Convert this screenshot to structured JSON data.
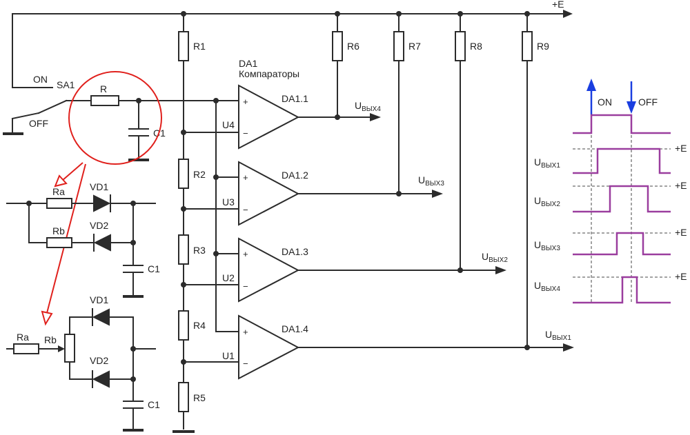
{
  "labels": {
    "supply": "+E",
    "switch": "SA1",
    "switch_on": "ON",
    "switch_off": "OFF",
    "r": "R",
    "c1": "C1",
    "r1": "R1",
    "r2": "R2",
    "r3": "R3",
    "r4": "R4",
    "r5": "R5",
    "r6": "R6",
    "r7": "R7",
    "r8": "R8",
    "r9": "R9",
    "da1": "DA1",
    "da1_desc": "Компараторы",
    "da1_1": "DA1.1",
    "da1_2": "DA1.2",
    "da1_3": "DA1.3",
    "da1_4": "DA1.4",
    "u1": "U1",
    "u2": "U2",
    "u3": "U3",
    "u4": "U4",
    "plus": "+",
    "minus": "−",
    "out_main": "U",
    "out_sub": "ВЫХ",
    "out1_idx": "1",
    "out2_idx": "2",
    "out3_idx": "3",
    "out4_idx": "4",
    "ra": "Ra",
    "rb": "Rb",
    "vd1": "VD1",
    "vd2": "VD2",
    "timing_on": "ON",
    "timing_off": "OFF"
  },
  "colors": {
    "wire": "#2b2b2b",
    "waveform": "#9a3d9e",
    "highlight": "#e0201c",
    "arrow": "#1a3ee0"
  }
}
